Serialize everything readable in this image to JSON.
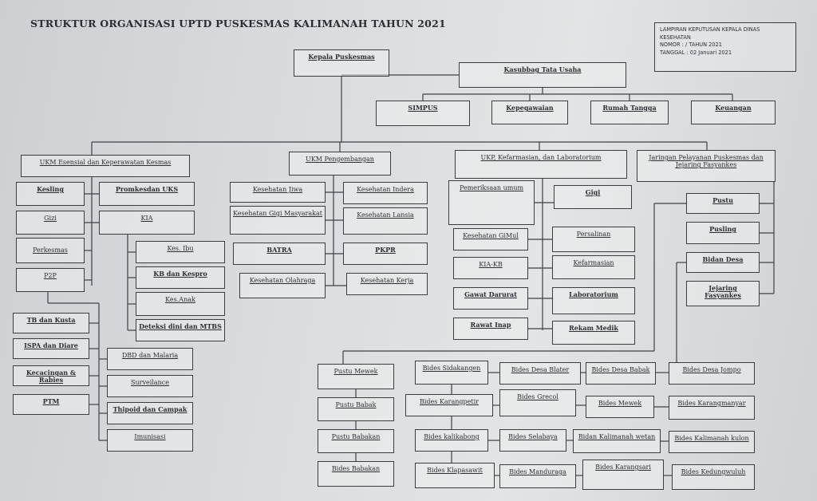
{
  "title": "STRUKTUR ORGANISASI UPTD PUSKESMAS KALIMANAH TAHUN 2021",
  "decree": {
    "line1": "LAMPIRAN KEPUTUSAN KEPALA DINAS",
    "line2": "KESEHATAN",
    "line3": "NOMOR      :              /      TAHUN 2021",
    "line4": "TANGGAL  : 02 Januari 2021"
  },
  "nodes": {
    "kepala": "Kepala Puskesmas",
    "kasubbag": "Kasubbag Tata Usaha",
    "simpus": "SIMPUS",
    "kepegawaian": "Kepegawaian",
    "rumah_tangga": "Rumah Tangga",
    "keuangan": "Keuangan",
    "ukm_esensial": "UKM Esensial dan Keperawatan Kesmas",
    "ukm_pengembangan": "UKM Pengembangan",
    "ukp": "UKP, Kefarmasian, dan Laboratorium",
    "jaringan": "Jaringan Pelayanan Puskesmas dan Jejaring Fasyankes",
    "kesling": "Kesling",
    "promkes": "Promkesdan UKS",
    "gizi1": "Gizi",
    "kia1": "KIA",
    "perkesmas": "Perkesmas",
    "p2p": "P2P",
    "kes_ibu": "Kes. Ibu",
    "kb_kespro": "KB dan Kespro",
    "kes_anak": "Kes.Anak",
    "deteksi": "Deteksi dini dan MTBS",
    "tb_kusta": "TB dan Kusta",
    "ispa": "ISPA dan Diare",
    "kecacingan": "Kecacingan & Rabies",
    "ptm": "PTM",
    "dbd": "DBD dan Malaria",
    "surveilance": "Surveilance",
    "thipoid": "Thipoid dan Campak",
    "imunisasi": "Imunisasi",
    "kes_jiwa": "Kesehatan Jiwa",
    "kes_indera": "Kesehatan Indera",
    "kes_gigi_masy": "Kesehatan Gigi Masyarakat",
    "kes_lansia": "Kesehatan Lansia",
    "batra": "BATRA",
    "pkpr": "PKPR",
    "kes_olahraga": "Kesehatan Olahraga",
    "kes_kerja": "Kesehatan Kerja",
    "pemeriksaan": "Pemeriksaan umum",
    "gigi": "Gigi",
    "kes_gimul": "Kesehatan GiMul",
    "persalinan": "Persalinan",
    "kia_kb": "KIA-KB",
    "kefarmasian": "Kefarmasian",
    "gawat": "Gawat Darurat",
    "laboratorium": "Laboratorium",
    "ranap": "Rawat Inap",
    "rekam_medik": "Rekam Medik",
    "pustu": "Pustu",
    "pusling": "Pusling",
    "bidan_desa": "Bidan Desa",
    "jejaring": "Jejaring Fasyankes",
    "pustu_mewek": "Pustu Mewek",
    "pustu_babak": "Pustu Babak",
    "pustu_babakan": "Pustu Babakan",
    "bides_babakan": "Bides Babakan",
    "bides_sidakangen": "Bides Sidakangen",
    "bides_karangpetir": "Bides Karangpetir",
    "bides_kalikabong": "Bides kalikabong",
    "bides_klapasawit": "Bides Klapasawit",
    "bides_blater": "Bides Desa Blater",
    "bides_grecol": "Bides Grecol",
    "bides_selabaya": "Bides Selabaya",
    "bides_manduraga": "Bides Manduraga",
    "bides_babak": "Bides Desa Babak",
    "bides_mewek": "Bides Mewek",
    "bidan_kalimanah_wetan": "Bidan Kalimanah wetan",
    "bides_karangsari": "Bides Karangsari",
    "bides_jompo": "Bides Desa Jompo",
    "bides_karangmanyar": "Bides Karangmanyar",
    "bides_kalimanah_kulon": "Bides Kalimanah kulon",
    "bides_kedungwuluh": "Bides Kedungwuluh"
  }
}
